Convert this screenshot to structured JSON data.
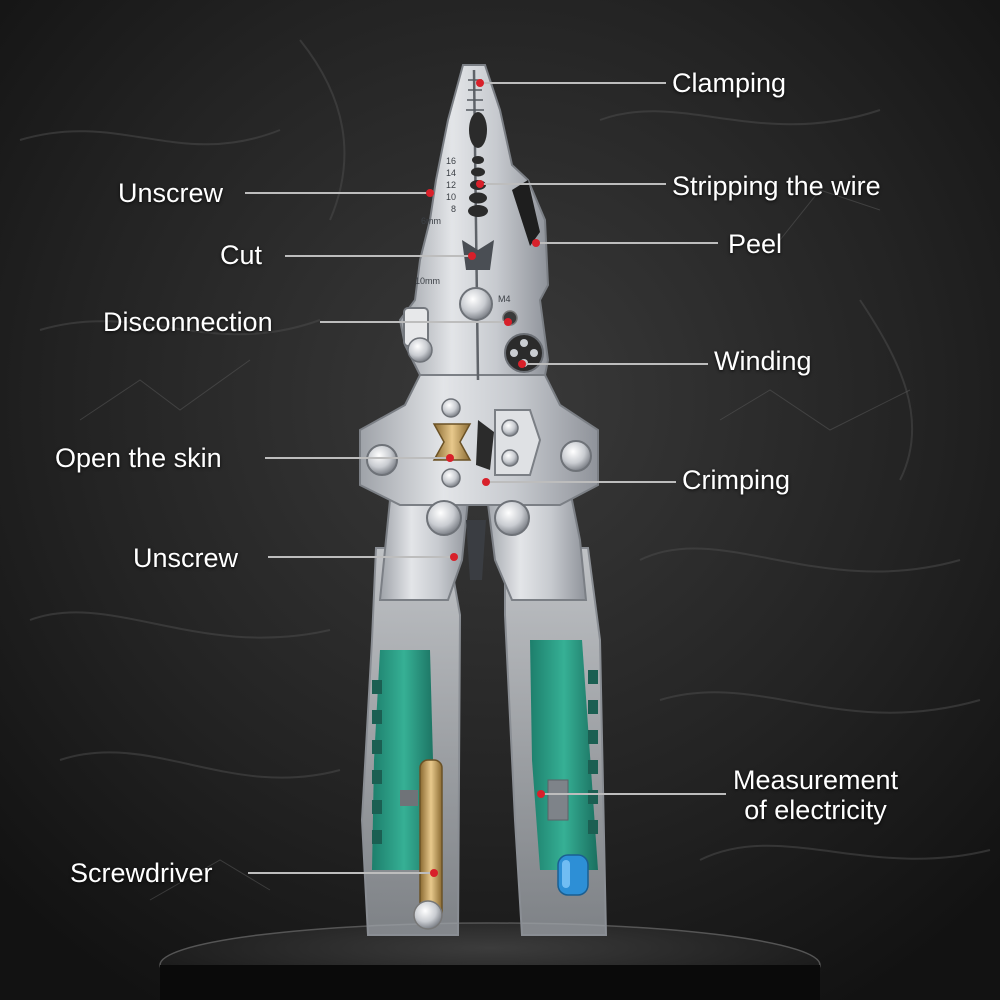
{
  "colors": {
    "background": "#161616",
    "steel": "#c9ccd1",
    "handle_green": "#2a9a84",
    "marker_red": "#d8202a",
    "leader_line": "#bdbdbd",
    "label_text": "#ffffff"
  },
  "tool": {
    "jaw_markings": {
      "gauge": [
        "16",
        "14",
        "12",
        "10",
        "8"
      ],
      "size_6": "6mm",
      "size_10": "10mm",
      "thread": "M4"
    }
  },
  "callouts": [
    {
      "id": "clamping",
      "text": "Clamping"
    },
    {
      "id": "stripping",
      "text": "Stripping the wire"
    },
    {
      "id": "unscrew-top",
      "text": "Unscrew"
    },
    {
      "id": "peel",
      "text": "Peel"
    },
    {
      "id": "cut",
      "text": "Cut"
    },
    {
      "id": "disconnection",
      "text": "Disconnection"
    },
    {
      "id": "winding",
      "text": "Winding"
    },
    {
      "id": "open-skin",
      "text": "Open the skin"
    },
    {
      "id": "crimping",
      "text": "Crimping"
    },
    {
      "id": "unscrew-bottom",
      "text": "Unscrew"
    },
    {
      "id": "measurement",
      "text": "Measurement\nof electricity"
    },
    {
      "id": "screwdriver",
      "text": "Screwdriver"
    }
  ]
}
